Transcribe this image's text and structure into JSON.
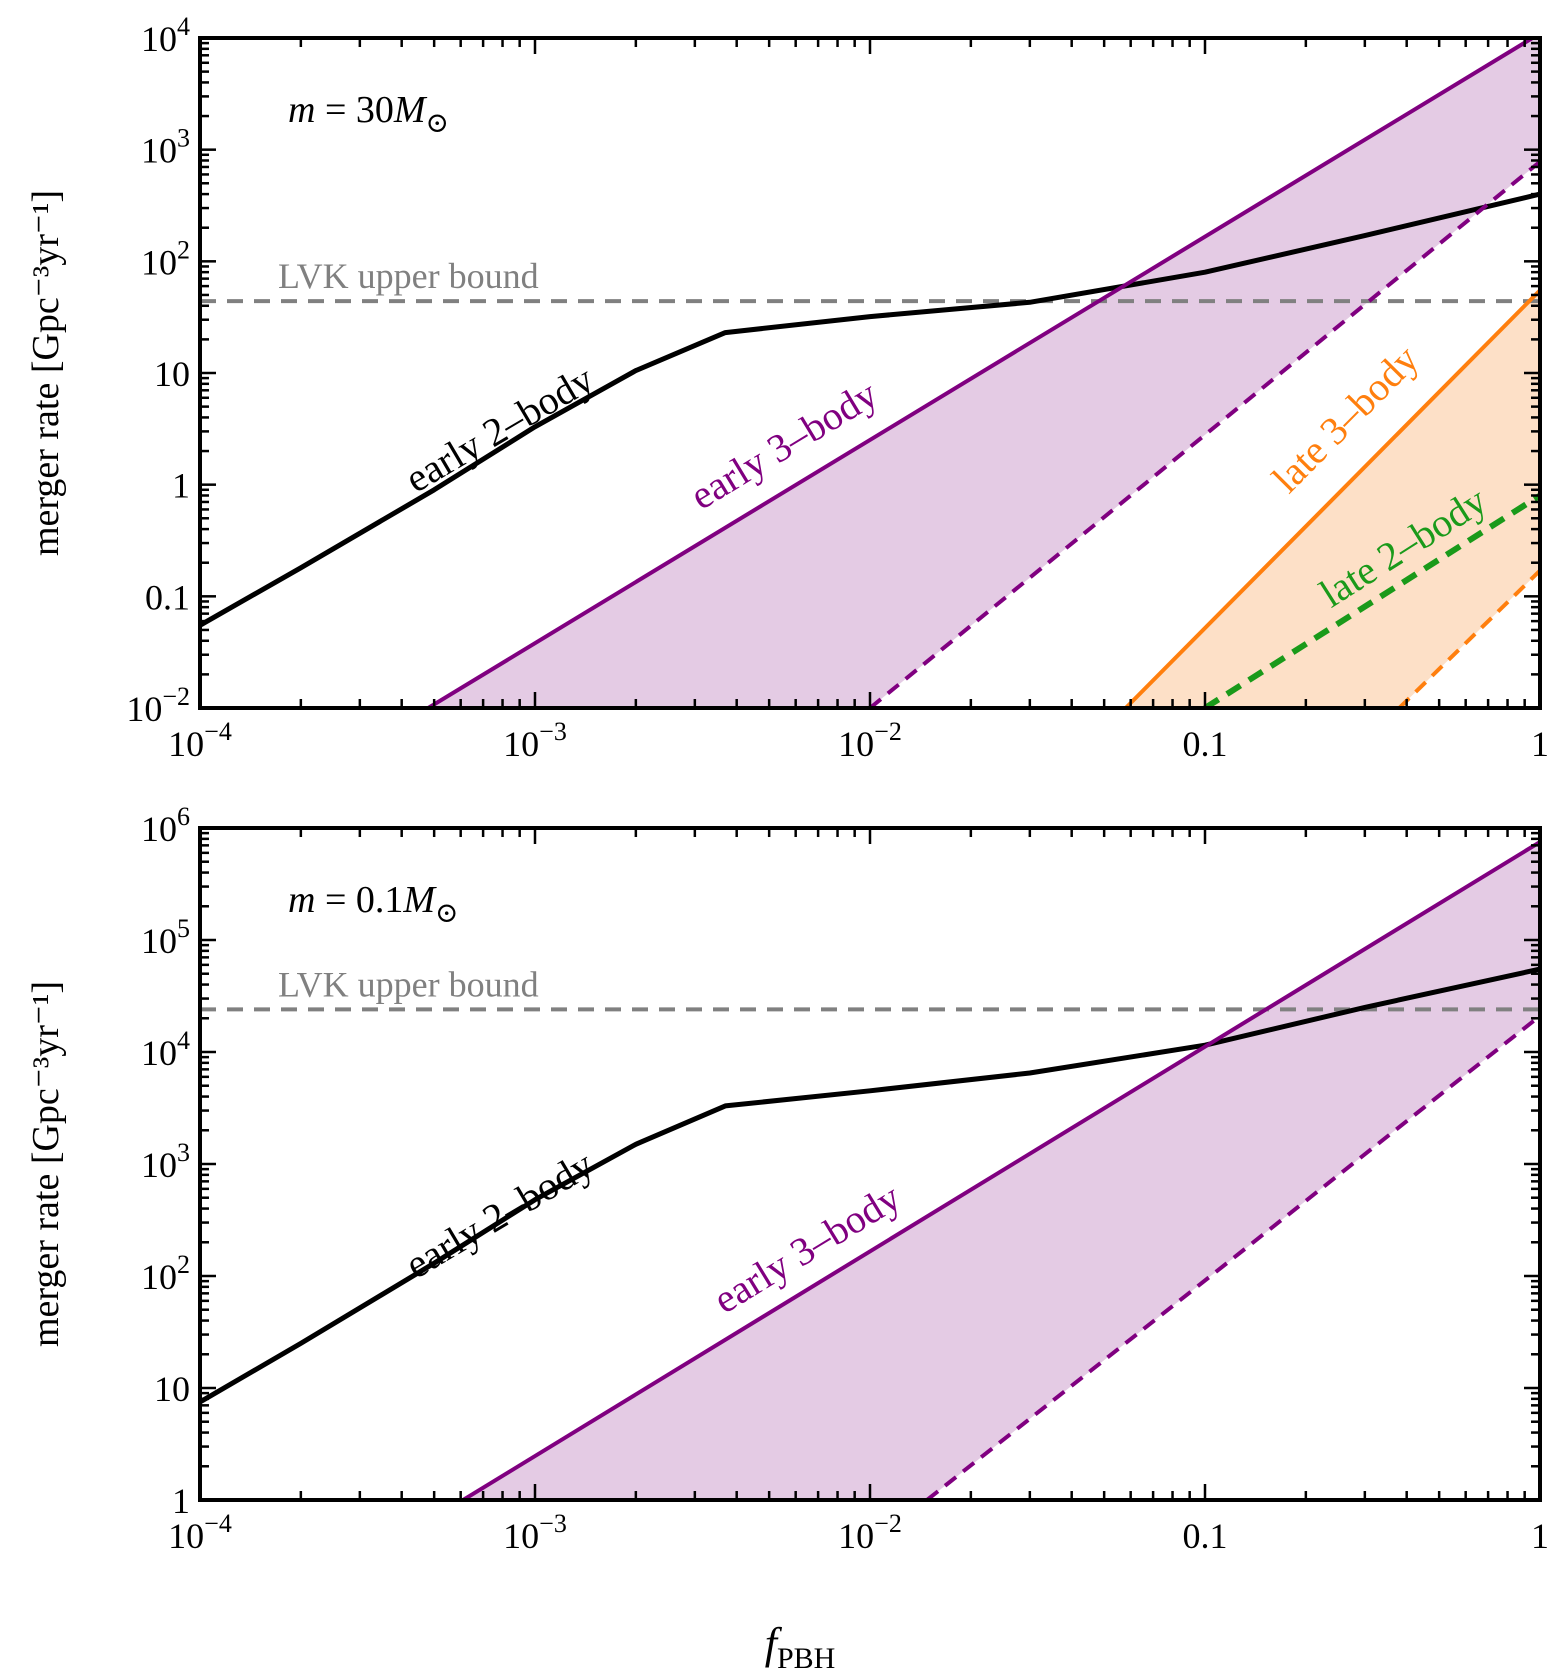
{
  "colors": {
    "black": "#000000",
    "purple": "#800080",
    "purple_fill": "#e4cbe4",
    "orange": "#ff7f0e",
    "orange_fill": "#fde0c7",
    "green": "#1a9a1a",
    "gray": "#808080"
  },
  "xlabel": {
    "main": "f",
    "sub": "PBH"
  },
  "ylabel": "merger rate [Gpc⁻³yr⁻¹]",
  "chart_data": [
    {
      "type": "line",
      "title": "",
      "mass_label": {
        "prefix": "m",
        "value": "= 30M",
        "suffix": "⊙"
      },
      "xscale": "log",
      "yscale": "log",
      "xlim": [
        0.0001,
        1
      ],
      "ylim": [
        0.01,
        10000
      ],
      "x_ticks": [
        {
          "value": 0.0001,
          "label": "10",
          "sup": "−4"
        },
        {
          "value": 0.001,
          "label": "10",
          "sup": "−3"
        },
        {
          "value": 0.01,
          "label": "10",
          "sup": "−2"
        },
        {
          "value": 0.1,
          "label": "0.1",
          "sup": ""
        },
        {
          "value": 1,
          "label": "1",
          "sup": ""
        }
      ],
      "y_ticks": [
        {
          "value": 0.01,
          "label": "10",
          "sup": "−2"
        },
        {
          "value": 0.1,
          "label": "0.1",
          "sup": ""
        },
        {
          "value": 1,
          "label": "1",
          "sup": ""
        },
        {
          "value": 10,
          "label": "10",
          "sup": ""
        },
        {
          "value": 100,
          "label": "10",
          "sup": "2"
        },
        {
          "value": 1000,
          "label": "10",
          "sup": "3"
        },
        {
          "value": 10000,
          "label": "10",
          "sup": "4"
        }
      ],
      "hline": {
        "y": 44,
        "label": "LVK upper bound",
        "color": "#808080"
      },
      "series": [
        {
          "key": "early2",
          "color": "#000000",
          "dash": "solid",
          "width": 5,
          "x": [
            0.0001,
            0.0002,
            0.0005,
            0.001,
            0.002,
            0.0037,
            0.01,
            0.03,
            0.1,
            0.3,
            1
          ],
          "y": [
            0.055,
            0.18,
            0.9,
            3.3,
            10.5,
            23,
            32,
            43,
            80,
            170,
            400
          ]
        },
        {
          "key": "early3_upper",
          "color": "#800080",
          "dash": "solid",
          "width": 4,
          "x": [
            0.00048,
            1
          ],
          "y": [
            0.01,
            11000
          ]
        },
        {
          "key": "early3_lower",
          "color": "#800080",
          "dash": "dashed",
          "width": 4,
          "x": [
            0.01,
            1
          ],
          "y": [
            0.01,
            780
          ]
        },
        {
          "key": "late3_upper",
          "color": "#ff7f0e",
          "dash": "solid",
          "width": 4,
          "x": [
            0.058,
            1
          ],
          "y": [
            0.01,
            55
          ]
        },
        {
          "key": "late3_lower",
          "color": "#ff7f0e",
          "dash": "dashed",
          "width": 4,
          "x": [
            0.38,
            1
          ],
          "y": [
            0.01,
            0.17
          ]
        },
        {
          "key": "late2",
          "color": "#1a9a1a",
          "dash": "dashed",
          "width": 6,
          "x": [
            0.1,
            1
          ],
          "y": [
            0.01,
            0.8
          ]
        }
      ],
      "bands": [
        {
          "upper": "early3_upper",
          "lower": "early3_lower",
          "color": "#e4cbe4"
        },
        {
          "upper": "late3_upper",
          "lower": "late3_lower",
          "color": "#fde0c7"
        }
      ],
      "annotations": [
        {
          "text": "early 2–body",
          "x": 0.00082,
          "y": 2.5,
          "rot_series": "early2_left",
          "color": "#000000"
        },
        {
          "text": "early 3–body",
          "x": 0.0058,
          "y": 1.8,
          "rot_series": "early3_upper",
          "color": "#800080"
        },
        {
          "text": "late 3–body",
          "x": 0.28,
          "y": 3.2,
          "rot_series": "late3_upper",
          "color": "#ff7f0e"
        },
        {
          "text": "late 2–body",
          "x": 0.41,
          "y": 0.22,
          "rot_series": "late2",
          "color": "#1a9a1a"
        }
      ]
    },
    {
      "type": "line",
      "title": "",
      "mass_label": {
        "prefix": "m",
        "value": "= 0.1M",
        "suffix": "⊙"
      },
      "xscale": "log",
      "yscale": "log",
      "xlim": [
        0.0001,
        1
      ],
      "ylim": [
        1,
        1000000
      ],
      "x_ticks": [
        {
          "value": 0.0001,
          "label": "10",
          "sup": "−4"
        },
        {
          "value": 0.001,
          "label": "10",
          "sup": "−3"
        },
        {
          "value": 0.01,
          "label": "10",
          "sup": "−2"
        },
        {
          "value": 0.1,
          "label": "0.1",
          "sup": ""
        },
        {
          "value": 1,
          "label": "1",
          "sup": ""
        }
      ],
      "y_ticks": [
        {
          "value": 1,
          "label": "1",
          "sup": ""
        },
        {
          "value": 10,
          "label": "10",
          "sup": ""
        },
        {
          "value": 100,
          "label": "10",
          "sup": "2"
        },
        {
          "value": 1000,
          "label": "10",
          "sup": "3"
        },
        {
          "value": 10000,
          "label": "10",
          "sup": "4"
        },
        {
          "value": 100000,
          "label": "10",
          "sup": "5"
        },
        {
          "value": 1000000,
          "label": "10",
          "sup": "6"
        }
      ],
      "hline": {
        "y": 24000,
        "label": "LVK upper bound",
        "color": "#808080"
      },
      "series": [
        {
          "key": "early2",
          "color": "#000000",
          "dash": "solid",
          "width": 5,
          "x": [
            0.0001,
            0.0002,
            0.0005,
            0.001,
            0.002,
            0.0037,
            0.01,
            0.03,
            0.1,
            0.3,
            1
          ],
          "y": [
            7.5,
            25,
            130,
            480,
            1500,
            3300,
            4500,
            6500,
            11500,
            25000,
            55000
          ]
        },
        {
          "key": "early3_upper",
          "color": "#800080",
          "dash": "solid",
          "width": 4,
          "x": [
            0.00061,
            1
          ],
          "y": [
            1,
            750000
          ]
        },
        {
          "key": "early3_lower",
          "color": "#800080",
          "dash": "dashed",
          "width": 4,
          "x": [
            0.0148,
            1
          ],
          "y": [
            1,
            21000
          ]
        }
      ],
      "bands": [
        {
          "upper": "early3_upper",
          "lower": "early3_lower",
          "color": "#e4cbe4"
        }
      ],
      "annotations": [
        {
          "text": "early 2–body",
          "x": 0.00082,
          "y": 280,
          "rot_series": "early2_left",
          "color": "#000000"
        },
        {
          "text": "early 3–body",
          "x": 0.0068,
          "y": 140,
          "rot_series": "early3_upper",
          "color": "#800080"
        }
      ]
    }
  ]
}
